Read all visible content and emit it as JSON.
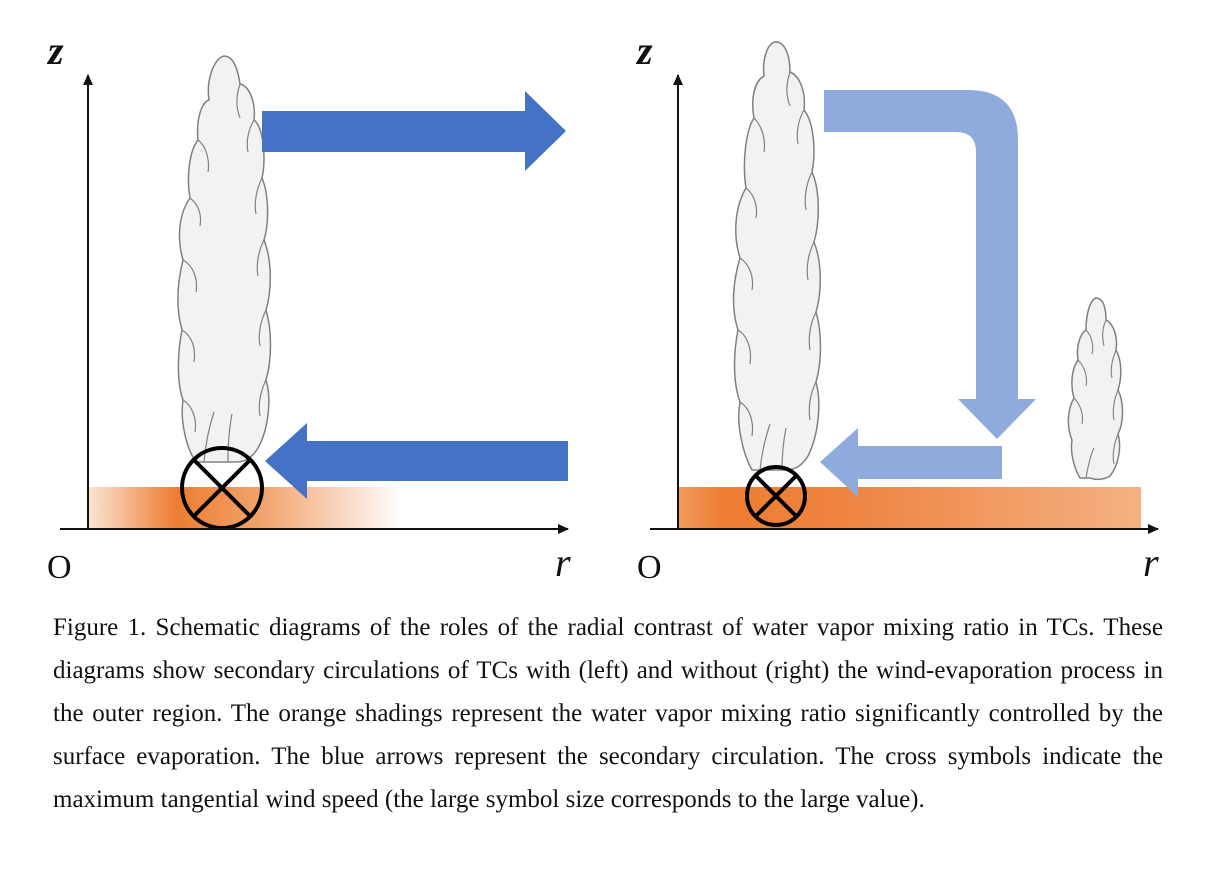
{
  "left_panel": {
    "z_label": "z",
    "r_label": "r",
    "origin_label": "O"
  },
  "right_panel": {
    "z_label": "z",
    "r_label": "r",
    "origin_label": "O"
  },
  "colors": {
    "strong_arrow": "#4472c4",
    "weak_arrow": "#8faadc",
    "orange": "#ed7d31",
    "cloud_fill": "#f2f2f2",
    "cloud_stroke": "#808080"
  },
  "caption": "Figure 1. Schematic diagrams of the roles of the radial contrast of water vapor mixing ratio in TCs. These diagrams show secondary circulations of TCs with (left) and without (right) the wind-evaporation process in the outer region. The orange shadings represent the water vapor mixing ratio significantly controlled by the surface evaporation. The blue arrows represent the secondary circulation. The cross symbols indicate the maximum tangential wind speed (the large symbol size corresponds to the large value)."
}
